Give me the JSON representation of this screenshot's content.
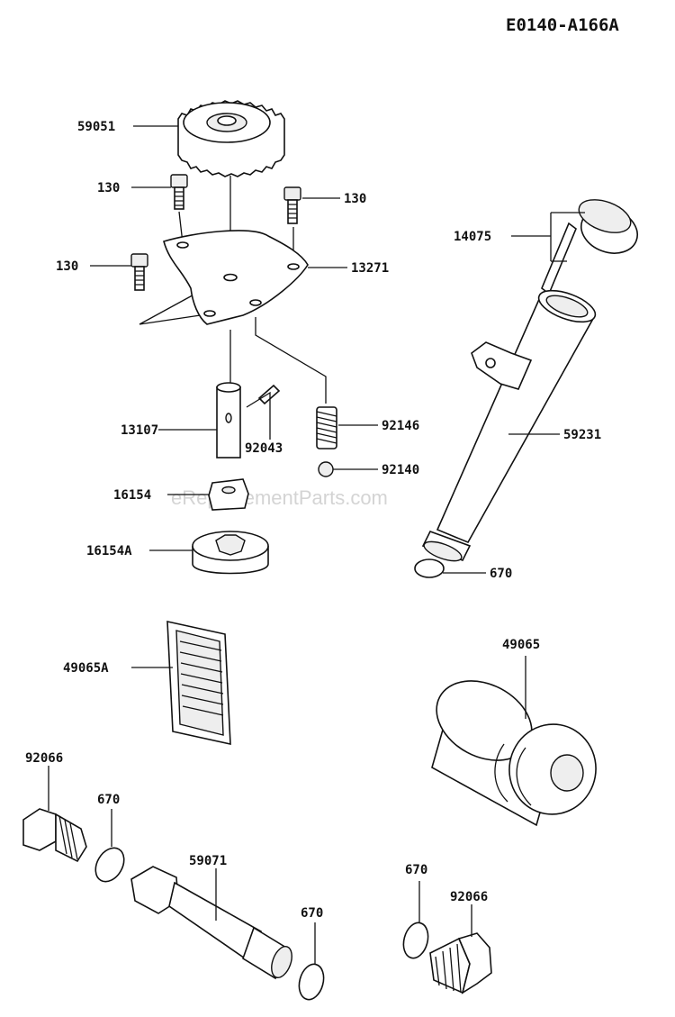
{
  "diagram": {
    "code": "E0140-A166A",
    "watermark": "eReplacementParts.com",
    "parts": {
      "p59051": "59051",
      "p130a": "130",
      "p130b": "130",
      "p130c": "130",
      "p13271": "13271",
      "p13107": "13107",
      "p92043": "92043",
      "p92146": "92146",
      "p92140": "92140",
      "p16154": "16154",
      "p16154A": "16154A",
      "p14075": "14075",
      "p59231": "59231",
      "p670a": "670",
      "p49065A": "49065A",
      "p49065": "49065",
      "p92066a": "92066",
      "p670b": "670",
      "p59071": "59071",
      "p670c": "670",
      "p670d": "670",
      "p92066b": "92066"
    }
  }
}
